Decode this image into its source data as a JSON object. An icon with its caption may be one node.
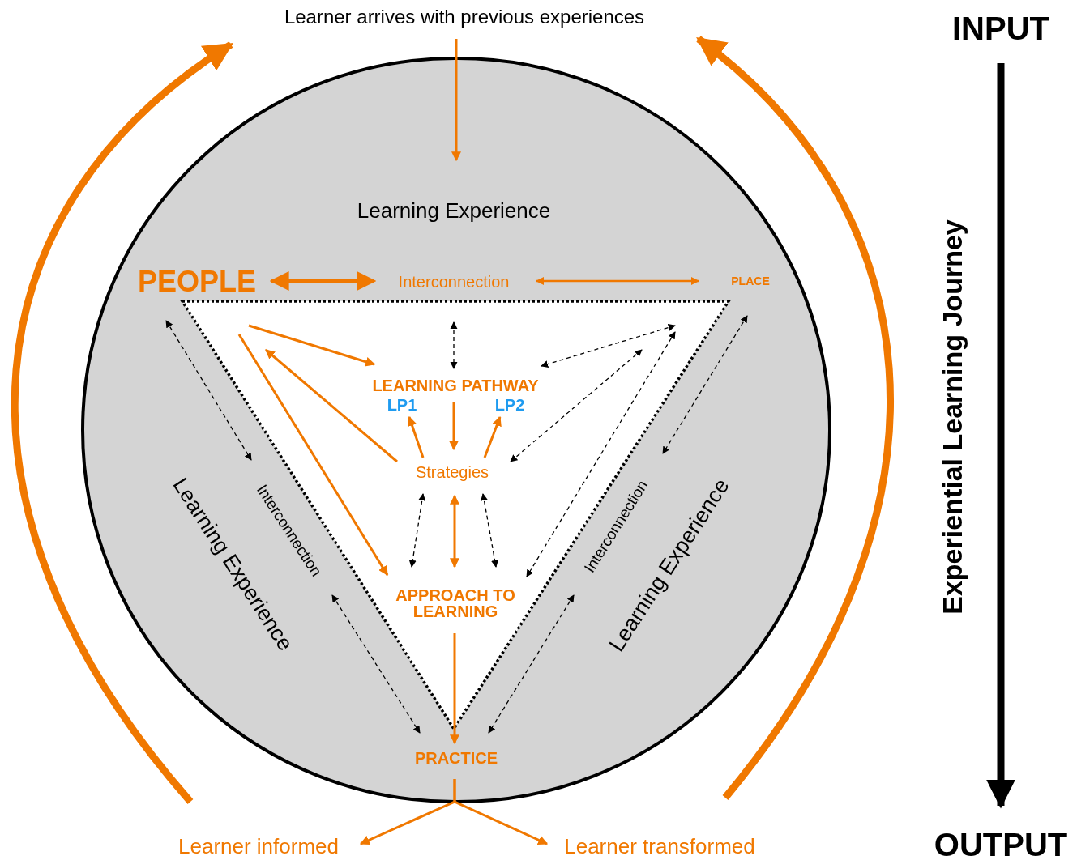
{
  "diagram": {
    "nodes": [
      {
        "text": [
          "Learner arrives with previous experiences"
        ]
      },
      {
        "text": [
          "Learning Experience"
        ]
      },
      {
        "text": [],
        "shape": "triangle",
        "in": 1
      },
      {
        "text": [
          "PEOPLE"
        ],
        "in": 1
      },
      {
        "text": [
          "Interconnection"
        ],
        "in": 1
      },
      {
        "text": [
          "PLACE"
        ],
        "in": 1
      },
      {
        "text": [
          "LEARNING PATHWAY"
        ],
        "in": 2
      },
      {
        "text": [
          "LP1"
        ],
        "in": 2
      },
      {
        "text": [
          "LP2"
        ],
        "in": 2
      },
      {
        "text": [
          "Strategies"
        ],
        "in": 2
      },
      {
        "text": [
          "APPROACH TO LEARNING"
        ],
        "in": 2
      },
      {
        "text": [
          "PRACTICE"
        ],
        "in": 1
      },
      {
        "text": [
          "Learner informed"
        ]
      },
      {
        "text": [
          "Learner transformed"
        ]
      },
      {
        "text": [
          "INPUT"
        ]
      },
      {
        "text": [
          "OUTPUT"
        ]
      },
      {
        "text": [
          "Interconnection"
        ],
        "in": 1
      },
      {
        "text": [
          "Interconnection"
        ],
        "in": 1
      }
    ],
    "edges": [
      {
        "from": 0,
        "to": null,
        "arrow": "to"
      },
      {
        "from": 3,
        "to": 4,
        "arrow": "both",
        "style": "thick"
      },
      {
        "from": 4,
        "to": 5,
        "arrow": "both"
      },
      {
        "from": 3,
        "to": 6,
        "arrow": "to"
      },
      {
        "from": 9,
        "to": 3,
        "arrow": "to"
      },
      {
        "from": 3,
        "to": 10,
        "arrow": "to"
      },
      {
        "from": 6,
        "to": 9,
        "arrow": "to"
      },
      {
        "from": 9,
        "to": 7,
        "arrow": "to"
      },
      {
        "from": 9,
        "to": 8,
        "arrow": "to"
      },
      {
        "from": 9,
        "to": 10,
        "arrow": "both"
      },
      {
        "from": 10,
        "to": 11,
        "arrow": "to"
      },
      {
        "from": 11,
        "to": 12,
        "arrow": "to"
      },
      {
        "from": 11,
        "to": 13,
        "arrow": "to"
      },
      {
        "from": 12,
        "to": 0,
        "arrow": "to",
        "style": "thick"
      },
      {
        "from": 13,
        "to": 0,
        "arrow": "to",
        "style": "thick"
      },
      {
        "from": 4,
        "to": 6,
        "arrow": "both",
        "style": "dashed",
        "color": "#000000"
      },
      {
        "from": 5,
        "to": 6,
        "arrow": "both",
        "style": "dashed",
        "color": "#000000"
      },
      {
        "from": null,
        "to": 9,
        "arrow": "both",
        "style": "dashed",
        "color": "#000000"
      },
      {
        "from": 5,
        "to": 10,
        "arrow": "both",
        "style": "dashed",
        "color": "#000000"
      },
      {
        "from": 9,
        "to": 10,
        "arrow": "both",
        "style": "dashed",
        "color": "#000000"
      },
      {
        "from": 9,
        "to": 10,
        "arrow": "both",
        "style": "dashed",
        "color": "#000000"
      },
      {
        "from": 3,
        "to": 16,
        "arrow": "both",
        "style": "dashed",
        "color": "#000000"
      },
      {
        "from": 16,
        "to": 11,
        "arrow": "both",
        "style": "dashed",
        "color": "#000000"
      },
      {
        "from": 5,
        "to": 17,
        "arrow": "both",
        "style": "dashed",
        "color": "#000000"
      },
      {
        "from": 17,
        "to": 11,
        "arrow": "both",
        "style": "dashed",
        "color": "#000000"
      },
      {
        "from": 14,
        "to": 15,
        "arrow": "to",
        "style": "thick",
        "color": "#000000"
      }
    ],
    "labels": [
      "Learning Experience",
      "Learning Experience",
      "Experiential Learning Journey"
    ]
  }
}
